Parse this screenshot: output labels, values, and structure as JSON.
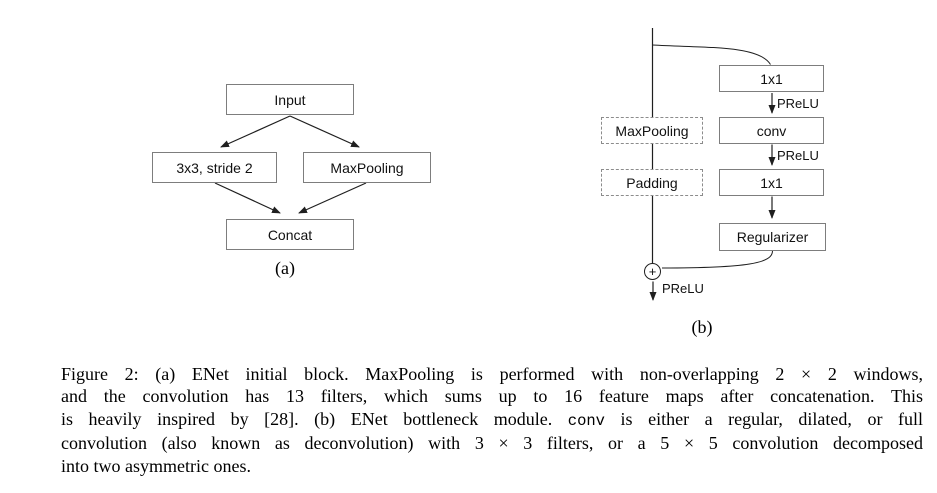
{
  "figure": {
    "panel_a": {
      "caption_label": "(a)",
      "boxes": {
        "input": "Input",
        "conv": "3x3, stride 2",
        "maxpool": "MaxPooling",
        "concat": "Concat"
      }
    },
    "panel_b": {
      "caption_label": "(b)",
      "boxes": {
        "conv1x1_top": "1x1",
        "conv": "conv",
        "conv1x1_bottom": "1x1",
        "regularizer": "Regularizer",
        "maxpool": "MaxPooling",
        "padding": "Padding"
      },
      "labels": {
        "prelu_1": "PReLU",
        "prelu_2": "PReLU",
        "prelu_out": "PReLU",
        "plus": "+"
      }
    }
  },
  "caption": {
    "lines": [
      {
        "text": "Figure 2: (a) ENet initial block. MaxPooling is performed with non-overlapping 2 × 2 windows,"
      },
      {
        "text": "and the convolution has 13 filters, which sums up to 16 feature maps after concatenation. This"
      },
      {
        "pre": "is heavily inspired by [28]. (b) ENet bottleneck module. ",
        "mono": "conv",
        "post": " is either a regular, dilated, or full"
      },
      {
        "text": "convolution (also known as deconvolution) with 3 × 3 filters, or a 5 × 5 convolution decomposed"
      },
      {
        "text": "into two asymmetric ones."
      }
    ]
  },
  "colors": {
    "box_border": "#7d7d7d",
    "dashed_border": "#8c8c8c",
    "line": "#1f1f1f",
    "text": "#000000",
    "background": "#ffffff"
  }
}
